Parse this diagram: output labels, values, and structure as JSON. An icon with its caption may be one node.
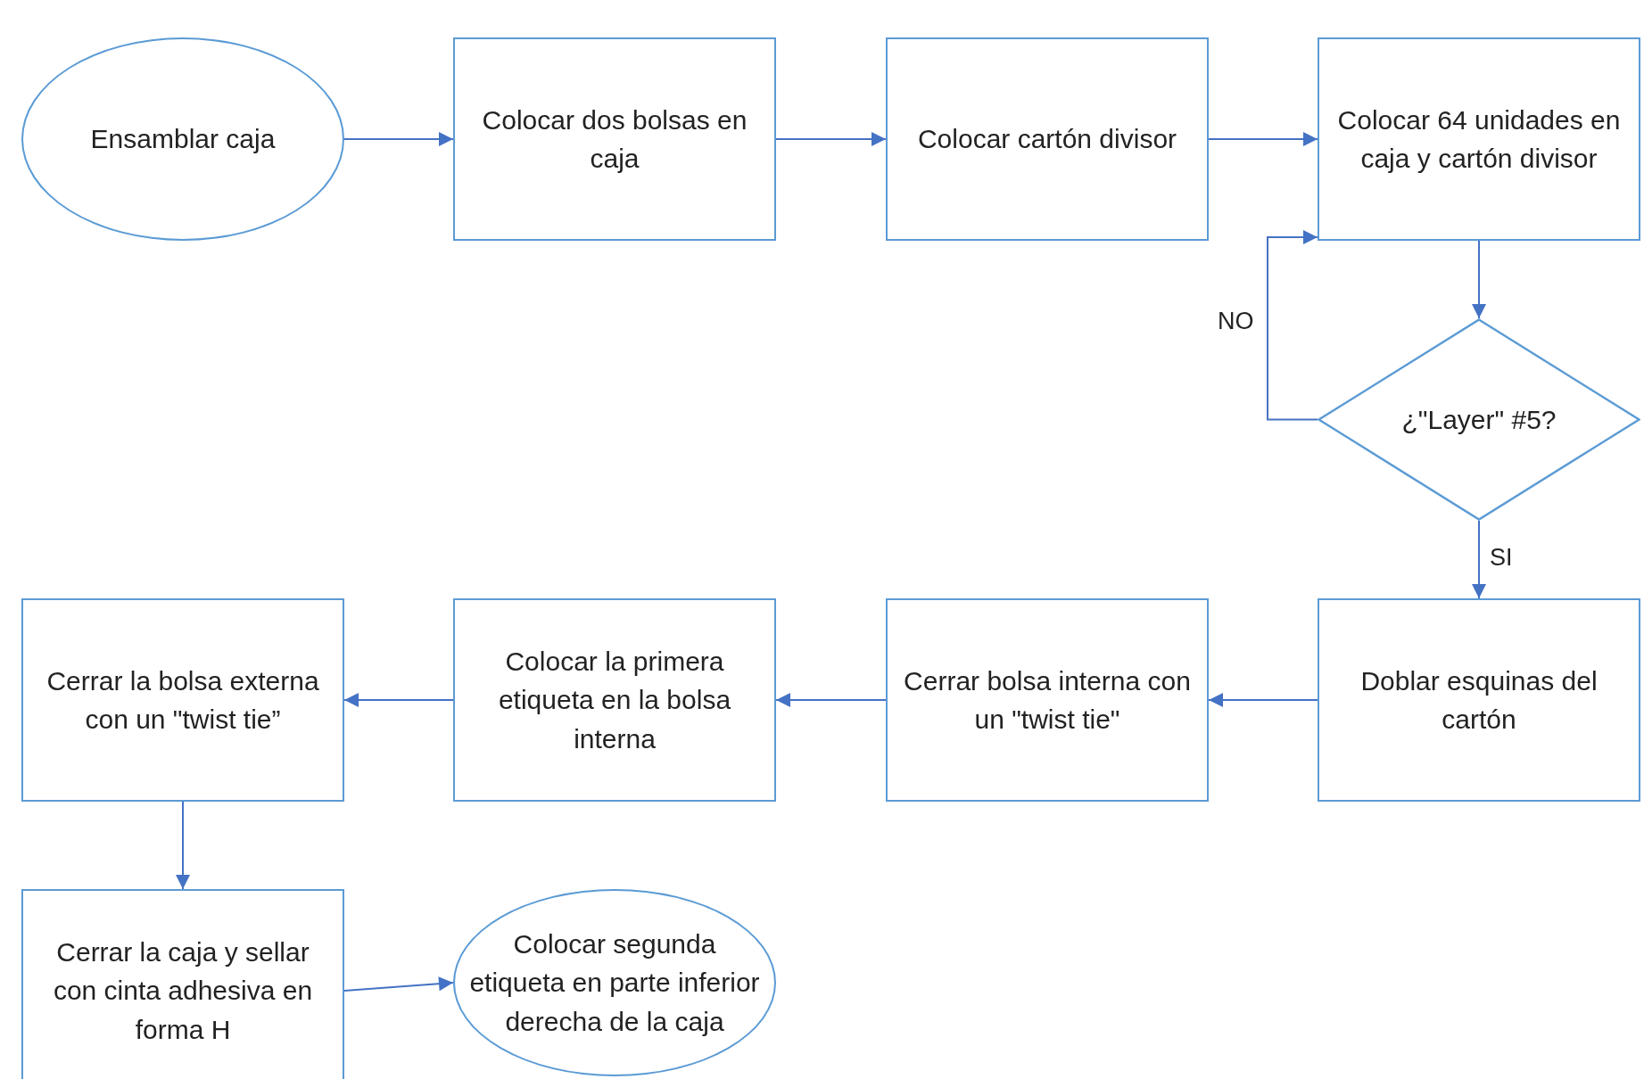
{
  "diagram": {
    "nodes": [
      {
        "text": [
          "Ensamblar caja"
        ]
      },
      {
        "text": [
          "Colocar dos bolsas en caja"
        ]
      },
      {
        "text": [
          "Colocar cartón divisor"
        ]
      },
      {
        "text": [
          "Colocar 64 unidades en caja y cartón divisor"
        ]
      },
      {
        "text": [
          "¿\"Layer\" #5?"
        ]
      },
      {
        "text": [
          "Doblar esquinas del  cartón"
        ]
      },
      {
        "text": [
          "Cerrar bolsa interna con un \"twist tie\""
        ]
      },
      {
        "text": [
          "Colocar la primera etiqueta en la bolsa interna"
        ]
      },
      {
        "text": [
          "Cerrar la bolsa externa con un \"twist tie”"
        ]
      },
      {
        "text": [
          "Cerrar la caja y sellar con cinta adhesiva en forma H"
        ]
      },
      {
        "text": [
          "Colocar segunda etiqueta en parte inferior derecha de la caja"
        ]
      }
    ],
    "edges": [
      {
        "from": 0,
        "to": 1,
        "arrow": "to"
      },
      {
        "from": 1,
        "to": 2,
        "arrow": "to"
      },
      {
        "from": 2,
        "to": 3,
        "arrow": "to"
      },
      {
        "from": 3,
        "to": 4,
        "arrow": "to"
      },
      {
        "from": 4,
        "to": 3,
        "arrow": "to",
        "label": "NO"
      },
      {
        "from": 4,
        "to": 5,
        "arrow": "to",
        "label": "SI"
      },
      {
        "from": 5,
        "to": 6,
        "arrow": "to"
      },
      {
        "from": 6,
        "to": 7,
        "arrow": "to"
      },
      {
        "from": 7,
        "to": 8,
        "arrow": "to"
      },
      {
        "from": 8,
        "to": 9,
        "arrow": "to"
      },
      {
        "from": 9,
        "to": 10,
        "arrow": "to"
      }
    ]
  }
}
